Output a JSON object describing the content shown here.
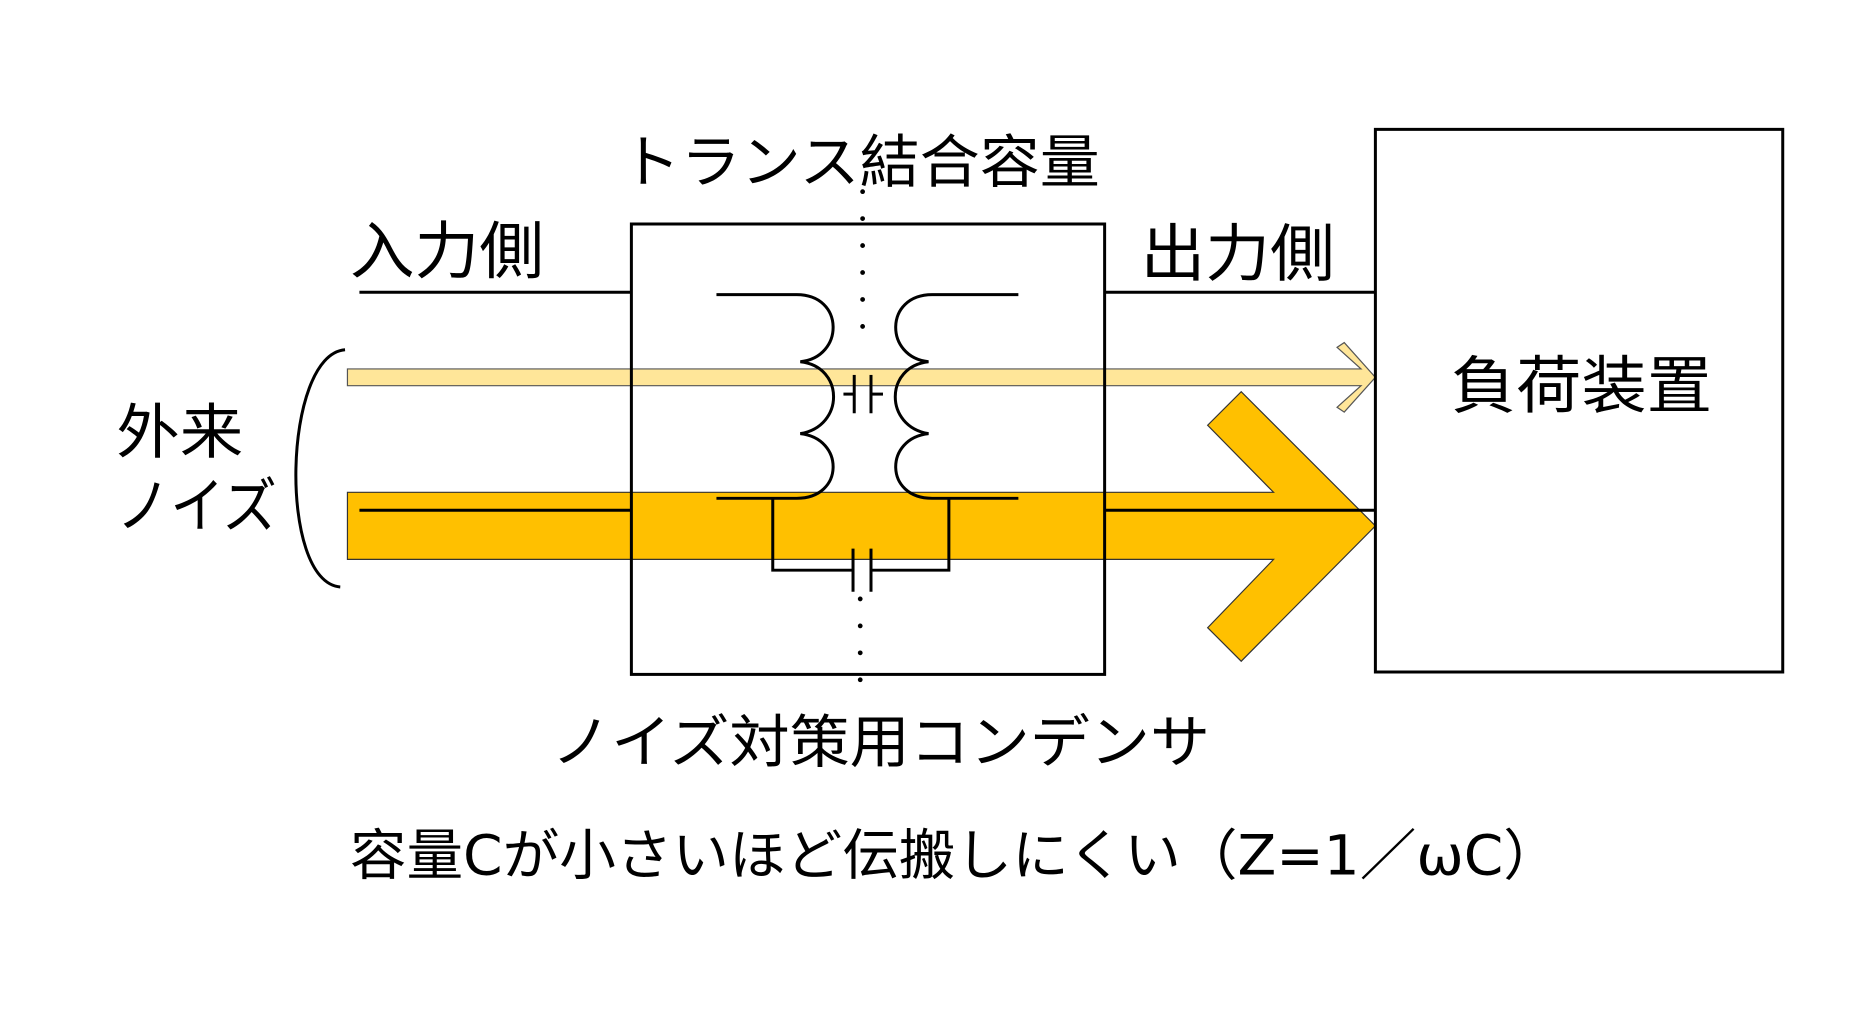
{
  "labels": {
    "coupling_capacitance": "トランス結合容量",
    "input_side": "入力側",
    "output_side": "出力側",
    "load_device": "負荷装置",
    "external_noise_line1": "外来",
    "external_noise_line2": "ノイズ",
    "noise_capacitor": "ノイズ対策用コンデンサ",
    "note": "容量Cが小さいほど伝搬しにくい（Z=1／ωC）"
  },
  "colors": {
    "strong_noise": "#FFC000",
    "weak_noise": "#FFE699",
    "line": "#000000"
  }
}
